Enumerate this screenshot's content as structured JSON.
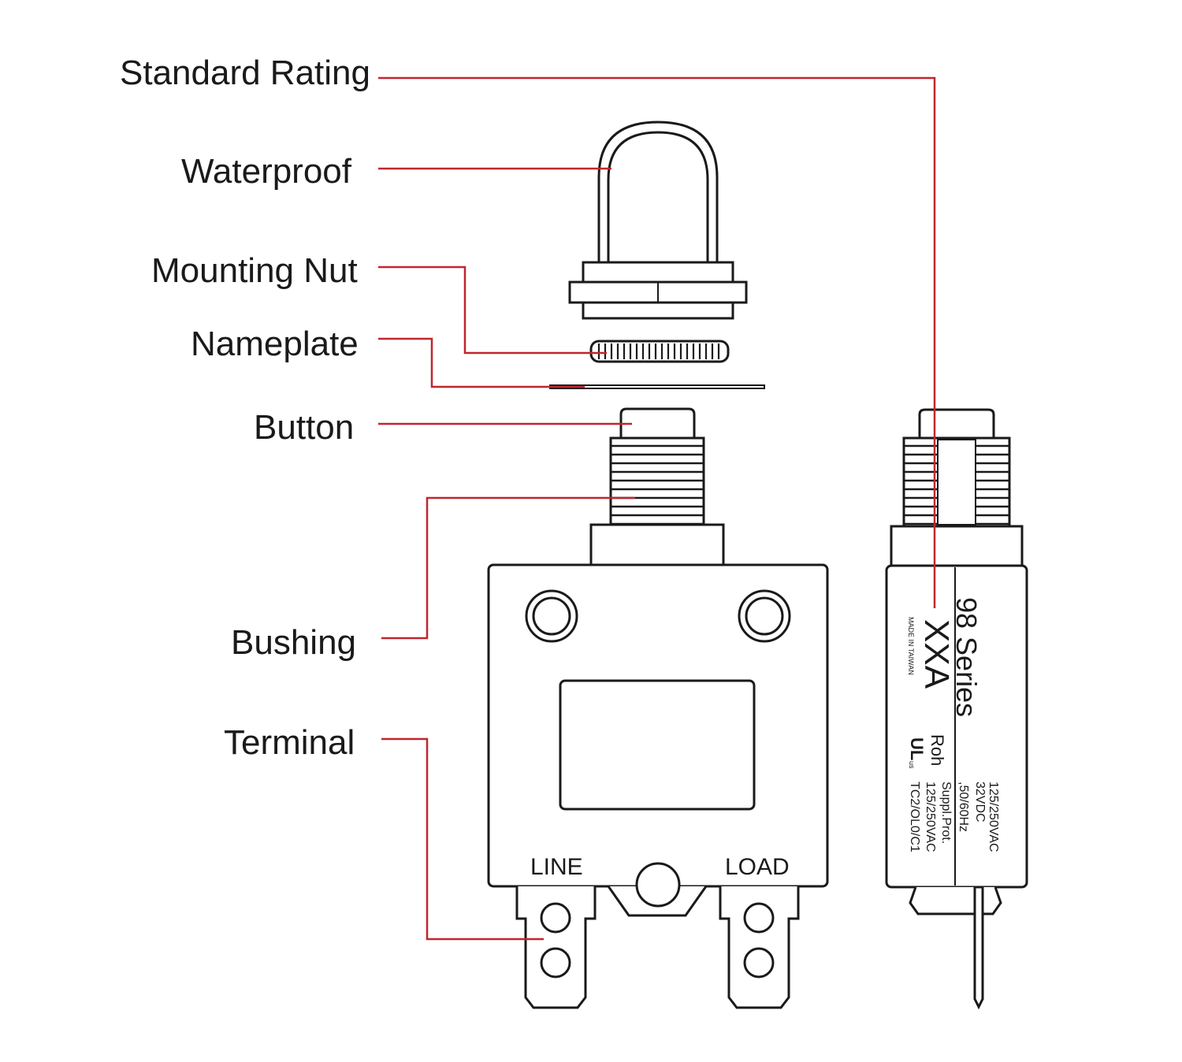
{
  "labels": {
    "standard_rating": "Standard Rating",
    "waterproof": "Waterproof",
    "mounting_nut": "Mounting Nut",
    "nameplate": "Nameplate",
    "button": "Button",
    "bushing": "Bushing",
    "terminal": "Terminal"
  },
  "terminals": {
    "line": "LINE",
    "load": "LOAD"
  },
  "side_view": {
    "series": "98 Series",
    "rating": "XXA",
    "made_in": "MADE IN TAIWAN",
    "rohs": "Roh",
    "ac_rating": "125/250VAC",
    "dc_rating": "32VDC",
    "frequency": ",50/60Hz",
    "suppl_prot": "Suppl.Prot.",
    "suppl_rating": "125/250VAC",
    "tc_code": "TC2/OL0/C1",
    "cert_mark": "UL",
    "cert_suffix": "us"
  },
  "colors": {
    "leader": "#c0262d",
    "outline": "#1a1a1a",
    "background": "#ffffff"
  }
}
